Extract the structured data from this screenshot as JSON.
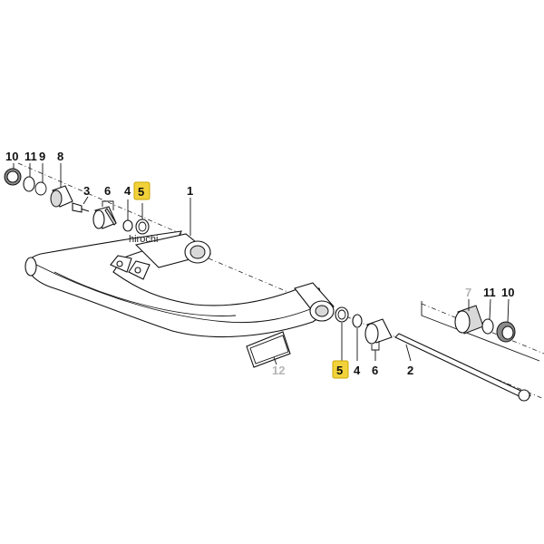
{
  "watermark": "hirochi",
  "callouts": {
    "c10a": "10",
    "c11a": "11",
    "c9": "9",
    "c8": "8",
    "c3": "3",
    "c6a": "6",
    "c4a": "4",
    "c5a": "5",
    "c1": "1",
    "c7": "7",
    "c11b": "11",
    "c10b": "10",
    "c5b": "5",
    "c4b": "4",
    "c6b": "6",
    "c2": "2",
    "c12": "12"
  },
  "colors": {
    "highlight": "#f2d23a",
    "line": "#111111",
    "muted_label": "#b5b5b5"
  }
}
